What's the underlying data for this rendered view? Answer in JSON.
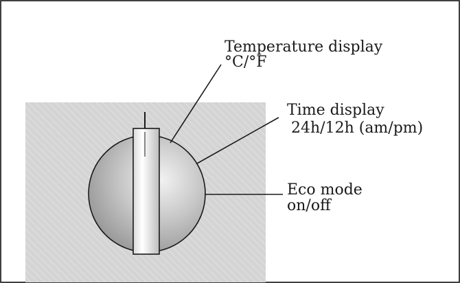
{
  "callouts": {
    "temperature": {
      "title": "Temperature display",
      "detail": "°C/°F"
    },
    "time": {
      "title": "Time display",
      "detail": "24h/12h (am/pm)"
    },
    "eco": {
      "title": "Eco mode",
      "detail": "on/off"
    }
  }
}
